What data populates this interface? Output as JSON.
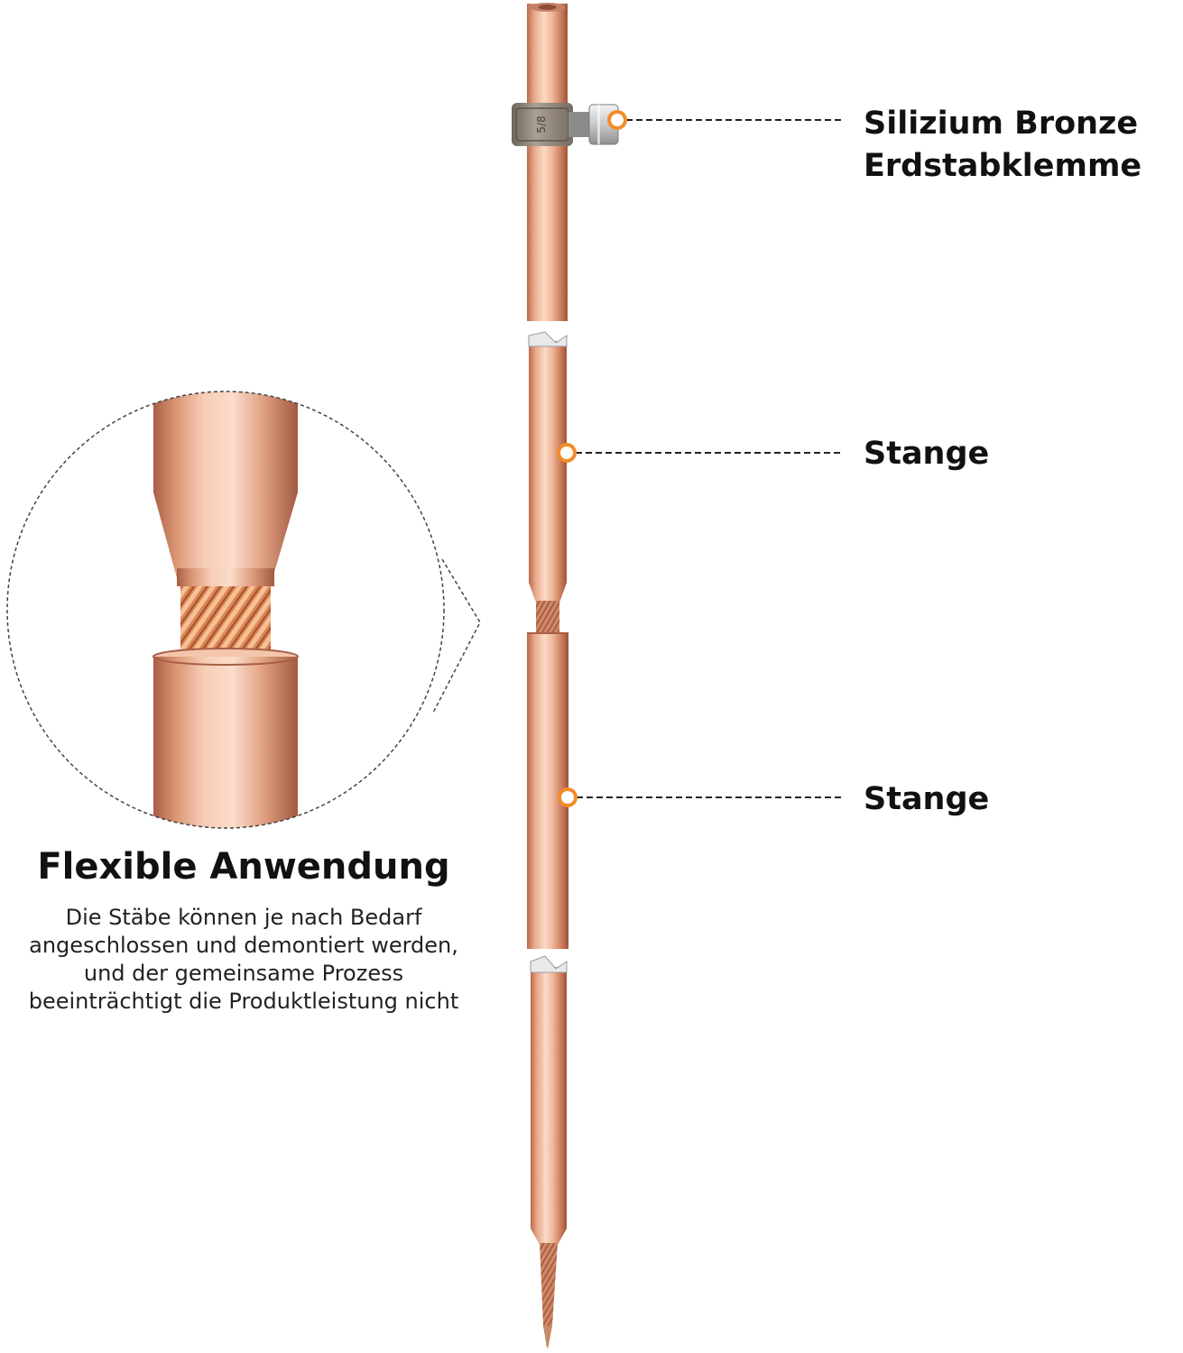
{
  "callouts": {
    "clamp": {
      "line1": "Silizium Bronze",
      "line2": "Erdstabklemme"
    },
    "rod_upper": {
      "label": "Stange"
    },
    "rod_lower": {
      "label": "Stange"
    },
    "marker_color": "#f28c28"
  },
  "feature": {
    "title": "Flexible Anwendung",
    "description_lines": [
      "Die Stäbe können je nach Bedarf",
      "angeschlossen und demontiert werden,",
      "und der gemeinsame Prozess",
      "beeinträchtigt die Produktleistung nicht"
    ]
  },
  "clamp_marking": "5/8",
  "colors": {
    "copper_light": "#f6c9b0",
    "copper_mid": "#d99573",
    "copper_dark": "#a85f45",
    "bronze_clamp": "#8d8175",
    "text": "#111111"
  }
}
